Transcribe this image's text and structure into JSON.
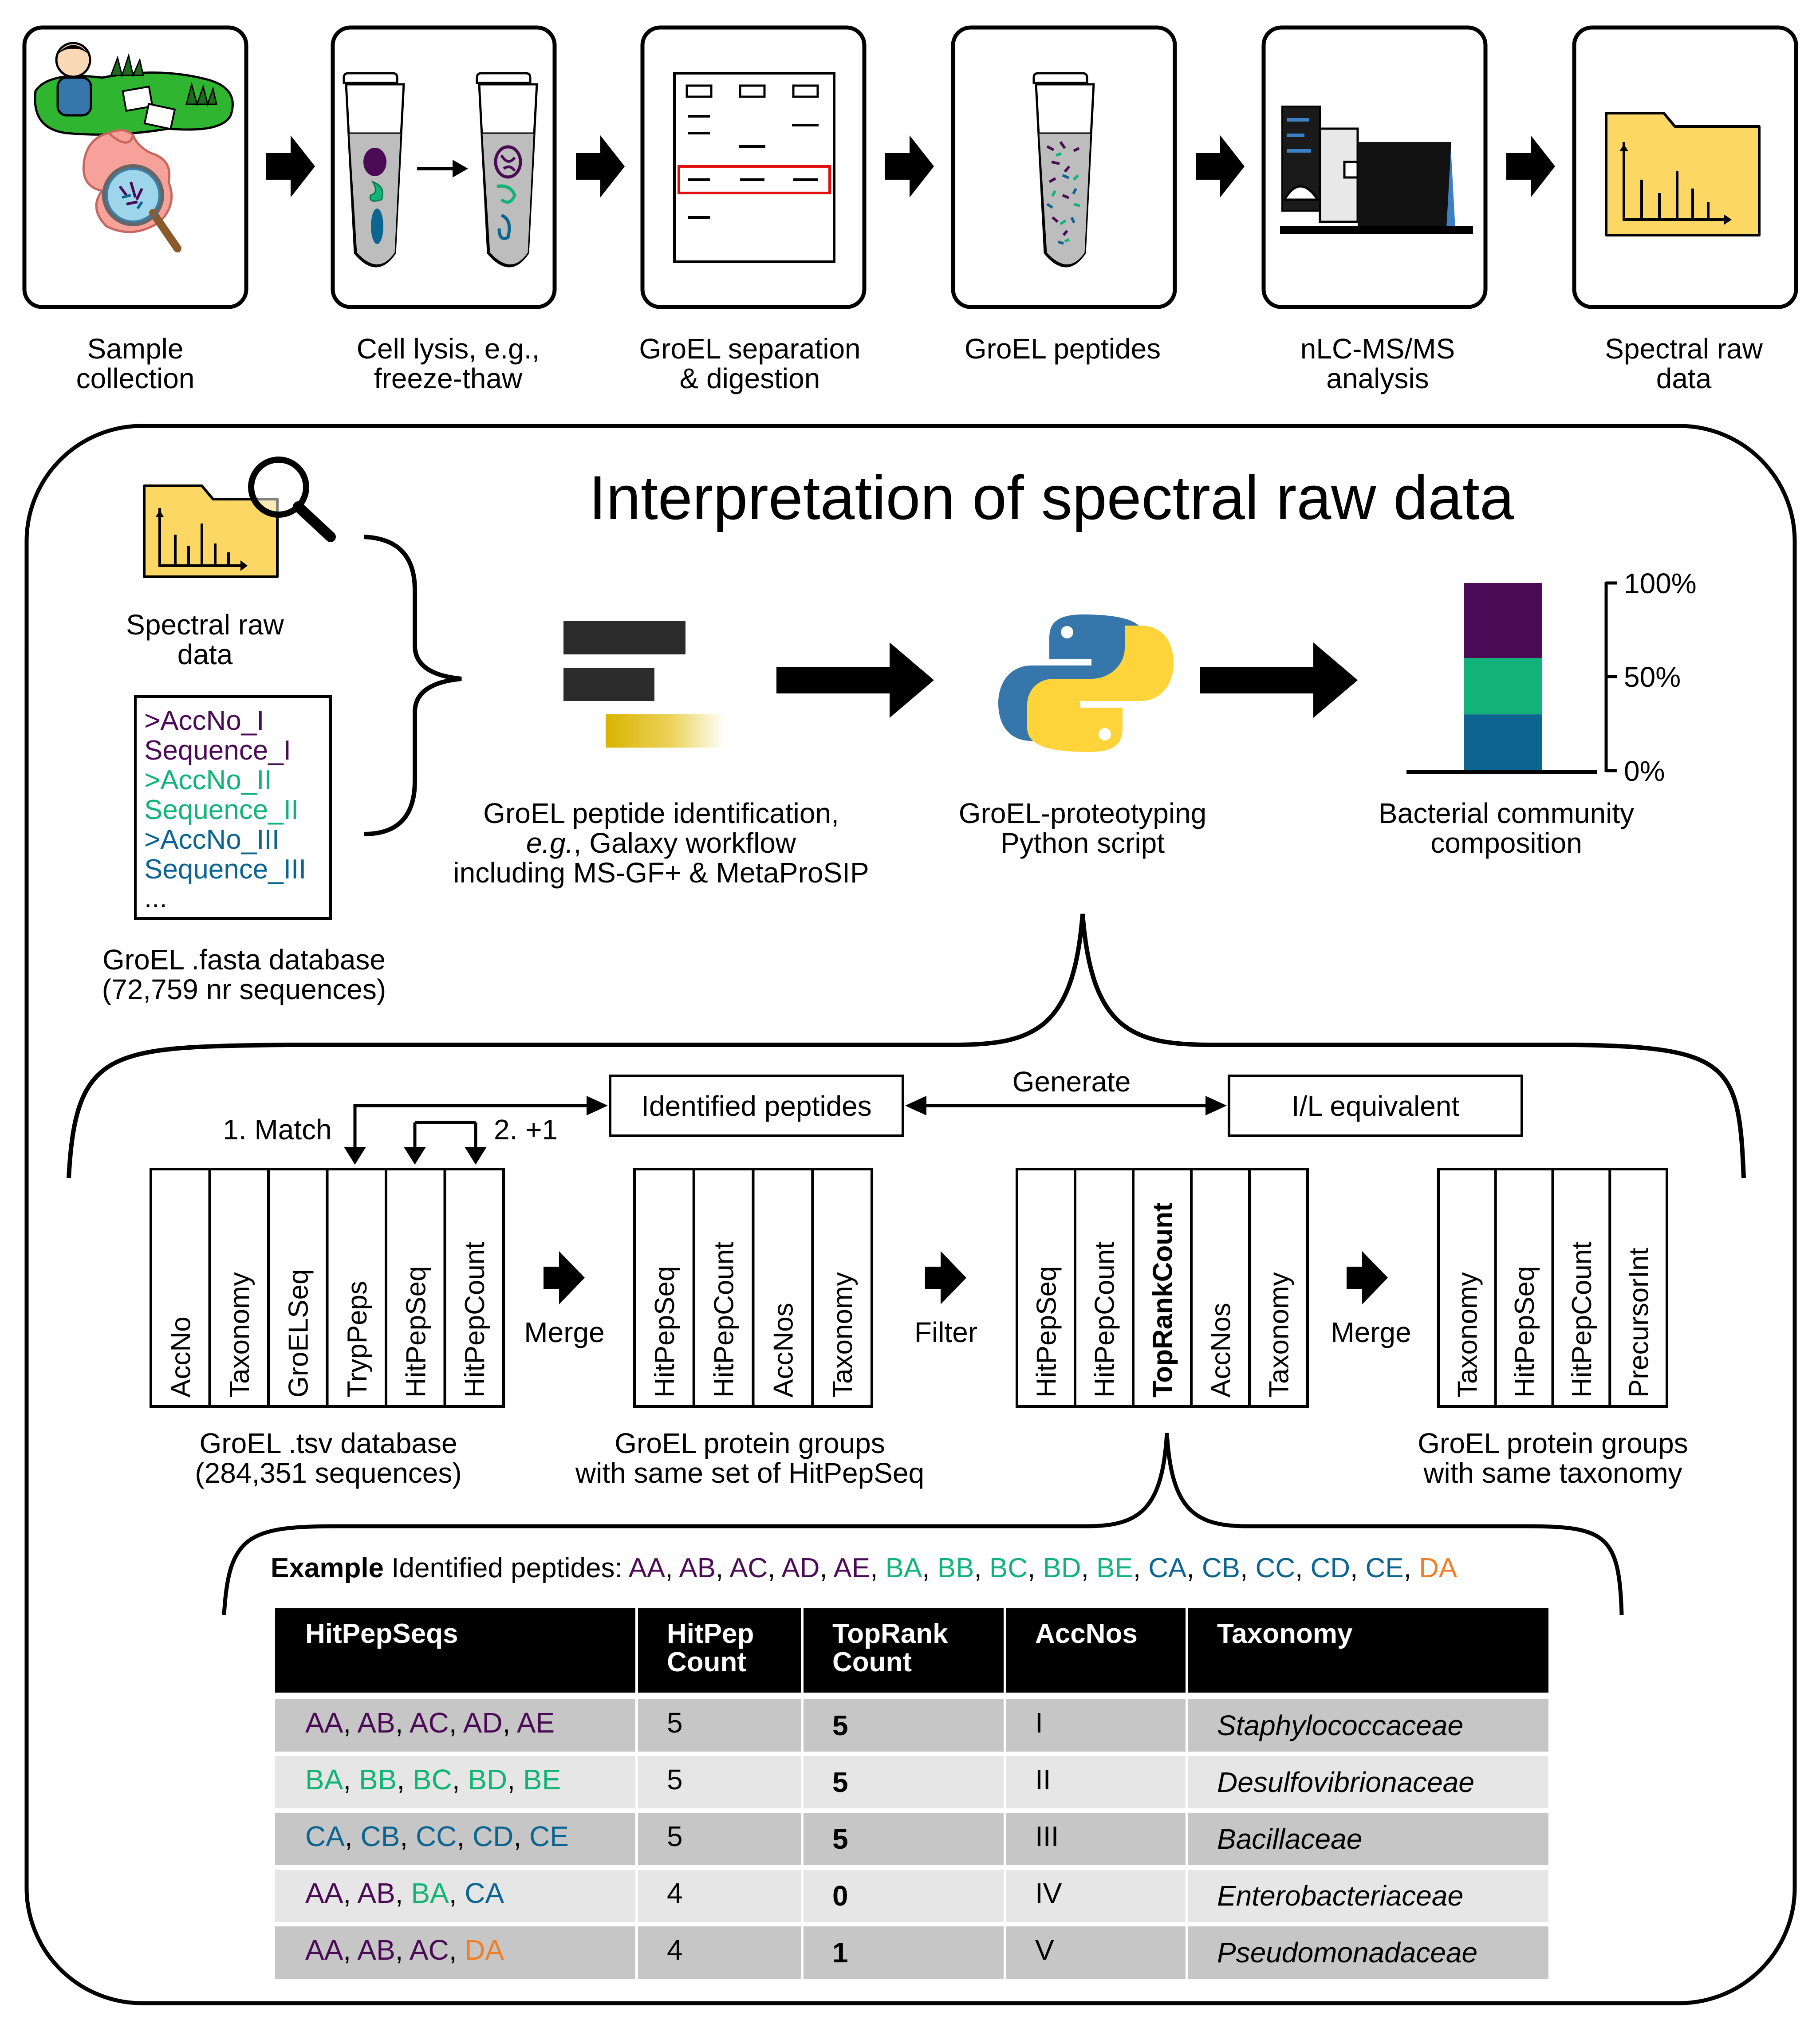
{
  "colors": {
    "group1": "#4b0a55",
    "group2": "#12b37a",
    "group3": "#0c6491",
    "group4": "#f07e26",
    "folder": "#fcd763",
    "grass": "#2fb52f",
    "python_blue": "#3776ab",
    "python_yellow": "#ffd43b",
    "highlight_box": "#e01010",
    "table_header": "#000000",
    "row_dark": "#c6c6c6",
    "row_light": "#e6e6e6"
  },
  "workflow": {
    "steps": [
      {
        "lines": [
          "Sample",
          "collection"
        ],
        "icon": "sample-collection-icon"
      },
      {
        "lines": [
          "Cell lysis, e.g.,",
          "freeze-thaw"
        ],
        "icon": "cell-lysis-icon"
      },
      {
        "lines": [
          "GroEL separation",
          "& digestion"
        ],
        "icon": "gel-icon"
      },
      {
        "lines": [
          "GroEL peptides",
          ""
        ],
        "icon": "peptide-tube-icon"
      },
      {
        "lines": [
          "nLC-MS/MS",
          "analysis"
        ],
        "icon": "mass-spectrometer-icon"
      },
      {
        "lines": [
          "Spectral raw",
          "data"
        ],
        "icon": "spectral-folder-icon"
      }
    ]
  },
  "interpretation": {
    "title": "Interpretation of spectral raw data",
    "raw_label": [
      "Spectral raw",
      "data"
    ],
    "fasta_lines": [
      ">AccNo_I",
      "Sequence_I",
      ">AccNo_II",
      "Sequence_II",
      ">AccNo_III",
      "Sequence_III",
      "..."
    ],
    "fasta_label": [
      "GroEL .fasta database",
      "(72,759 nr sequences)"
    ],
    "galaxy_label": [
      "GroEL peptide identification,",
      "e.g., Galaxy workflow",
      "including MS-GF+ & MetaProSIP"
    ],
    "python_label": [
      "GroEL-proteotyping",
      "Python script"
    ],
    "community_label": [
      "Bacterial community",
      "composition"
    ],
    "bar_ticks": [
      "100%",
      "50%",
      "0%"
    ],
    "bar_segments": [
      {
        "from": 0,
        "to": 0.3
      },
      {
        "from": 0.3,
        "to": 0.6
      },
      {
        "from": 0.6,
        "to": 1.0
      }
    ]
  },
  "script": {
    "identified_box": "Identified peptides",
    "il_box": "I/L equivalent",
    "generate": "Generate",
    "match": "1. Match",
    "plus1": "2. +1",
    "tables": [
      {
        "columns": [
          "AccNo",
          "Taxonomy",
          "GroELSeq",
          "TrypPeps",
          "HitPepSeq",
          "HitPepCount"
        ],
        "bold": [],
        "caption": [
          "GroEL  .tsv database",
          "(284,351 sequences)"
        ]
      },
      {
        "columns": [
          "HitPepSeq",
          "HitPepCount",
          "AccNos",
          "Taxonomy"
        ],
        "bold": [],
        "caption": [
          "GroEL protein groups",
          "with same set of HitPepSeq"
        ]
      },
      {
        "columns": [
          "HitPepSeq",
          "HitPepCount",
          "TopRankCount",
          "AccNos",
          "Taxonomy"
        ],
        "bold": [
          "TopRankCount"
        ],
        "caption": [
          "",
          ""
        ]
      },
      {
        "columns": [
          "Taxonomy",
          "HitPepSeq",
          "HitPepCount",
          "PrecursorInt"
        ],
        "bold": [],
        "caption": [
          "GroEL protein groups",
          "with same taxonomy"
        ]
      }
    ],
    "ops": [
      "Merge",
      "Filter",
      "Merge"
    ]
  },
  "example": {
    "prefix_bold": "Example",
    "prefix": " Identified peptides: ",
    "peptides": [
      {
        "t": "AA",
        "g": 1
      },
      {
        "t": "AB",
        "g": 1
      },
      {
        "t": "AC",
        "g": 1
      },
      {
        "t": "AD",
        "g": 1
      },
      {
        "t": "AE",
        "g": 1
      },
      {
        "t": "BA",
        "g": 2
      },
      {
        "t": "BB",
        "g": 2
      },
      {
        "t": "BC",
        "g": 2
      },
      {
        "t": "BD",
        "g": 2
      },
      {
        "t": "BE",
        "g": 2
      },
      {
        "t": "CA",
        "g": 3
      },
      {
        "t": "CB",
        "g": 3
      },
      {
        "t": "CC",
        "g": 3
      },
      {
        "t": "CD",
        "g": 3
      },
      {
        "t": "CE",
        "g": 3
      },
      {
        "t": "DA",
        "g": 4
      }
    ],
    "headers": [
      [
        "HitPepSeqs"
      ],
      [
        "HitPep",
        "Count"
      ],
      [
        "TopRank",
        "Count"
      ],
      [
        "AccNos"
      ],
      [
        "Taxonomy"
      ]
    ],
    "rows": [
      {
        "seqs": [
          {
            "t": "AA",
            "g": 1
          },
          {
            "t": "AB",
            "g": 1
          },
          {
            "t": "AC",
            "g": 1
          },
          {
            "t": "AD",
            "g": 1
          },
          {
            "t": "AE",
            "g": 1
          }
        ],
        "count": "5",
        "top": "5",
        "acc": "I",
        "tax": "Staphylococcaceae"
      },
      {
        "seqs": [
          {
            "t": "BA",
            "g": 2
          },
          {
            "t": "BB",
            "g": 2
          },
          {
            "t": "BC",
            "g": 2
          },
          {
            "t": "BD",
            "g": 2
          },
          {
            "t": "BE",
            "g": 2
          }
        ],
        "count": "5",
        "top": "5",
        "acc": "II",
        "tax": "Desulfovibrionaceae"
      },
      {
        "seqs": [
          {
            "t": "CA",
            "g": 3
          },
          {
            "t": "CB",
            "g": 3
          },
          {
            "t": "CC",
            "g": 3
          },
          {
            "t": "CD",
            "g": 3
          },
          {
            "t": "CE",
            "g": 3
          }
        ],
        "count": "5",
        "top": "5",
        "acc": "III",
        "tax": "Bacillaceae"
      },
      {
        "seqs": [
          {
            "t": "AA",
            "g": 1
          },
          {
            "t": "AB",
            "g": 1
          },
          {
            "t": "BA",
            "g": 2
          },
          {
            "t": "CA",
            "g": 3
          }
        ],
        "count": "4",
        "top": "0",
        "acc": "IV",
        "tax": "Enterobacteriaceae"
      },
      {
        "seqs": [
          {
            "t": "AA",
            "g": 1
          },
          {
            "t": "AB",
            "g": 1
          },
          {
            "t": "AC",
            "g": 1
          },
          {
            "t": "DA",
            "g": 4
          }
        ],
        "count": "4",
        "top": "1",
        "acc": "V",
        "tax": "Pseudomonadaceae"
      }
    ]
  }
}
